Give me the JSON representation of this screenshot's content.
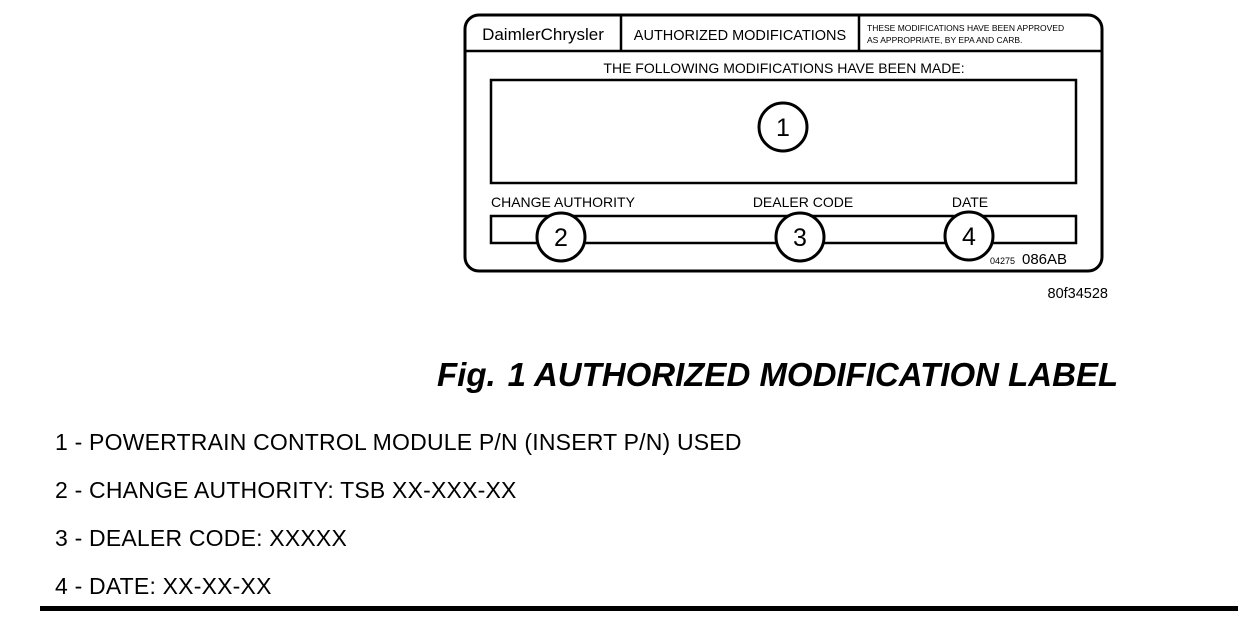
{
  "label": {
    "brand": "DaimlerChrysler",
    "header_title": "AUTHORIZED MODIFICATIONS",
    "approval_note_line1": "THESE MODIFICATIONS HAVE BEEN APPROVED",
    "approval_note_line2": "AS APPROPRIATE, BY EPA AND CARB.",
    "mods_heading": "THE FOLLOWING MODIFICATIONS HAVE BEEN MADE:",
    "field_change_authority": "CHANGE AUTHORITY",
    "field_dealer_code": "DEALER CODE",
    "field_date": "DATE",
    "callout_1": "1",
    "callout_2": "2",
    "callout_3": "3",
    "callout_4": "4",
    "part_code_small": "04275",
    "part_code_large": "086AB"
  },
  "figure_id": "80f34528",
  "caption": {
    "prefix": "Fig.",
    "text": "1 AUTHORIZED MODIFICATION LABEL"
  },
  "legend": [
    {
      "text": "1 - POWERTRAIN CONTROL MODULE P/N (INSERT P/N) USED"
    },
    {
      "text": "2 - CHANGE AUTHORITY: TSB XX-XXX-XX"
    },
    {
      "text": "3 - DEALER CODE: XXXXX"
    },
    {
      "text": "4 - DATE: XX-XX-XX"
    }
  ]
}
